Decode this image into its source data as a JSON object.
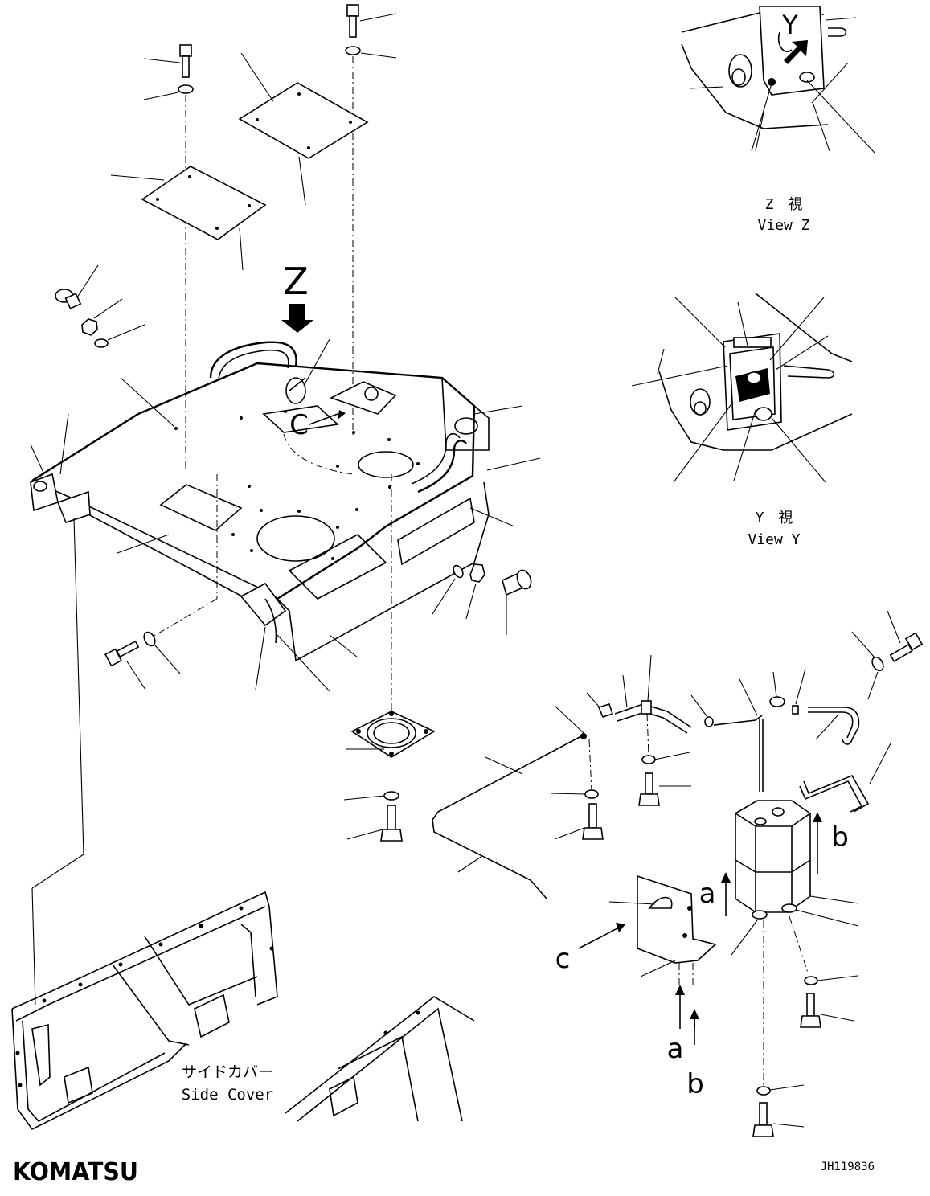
{
  "labels": {
    "view_z_jp": "Z　視",
    "view_z_en": "View Z",
    "view_y_jp": "Y　視",
    "view_y_en": "View Y",
    "z_marker": "Z",
    "y_marker": "Y",
    "c_marker": "C",
    "c_callout": "c",
    "a_callout_1": "a",
    "b_callout_1": "b",
    "a_callout_2": "a",
    "b_callout_2": "b",
    "side_cover_jp": "サイドカバー",
    "side_cover_en": "Side Cover"
  },
  "footer": {
    "brand": "KOMATSU",
    "drawing_number": "JH119836"
  }
}
